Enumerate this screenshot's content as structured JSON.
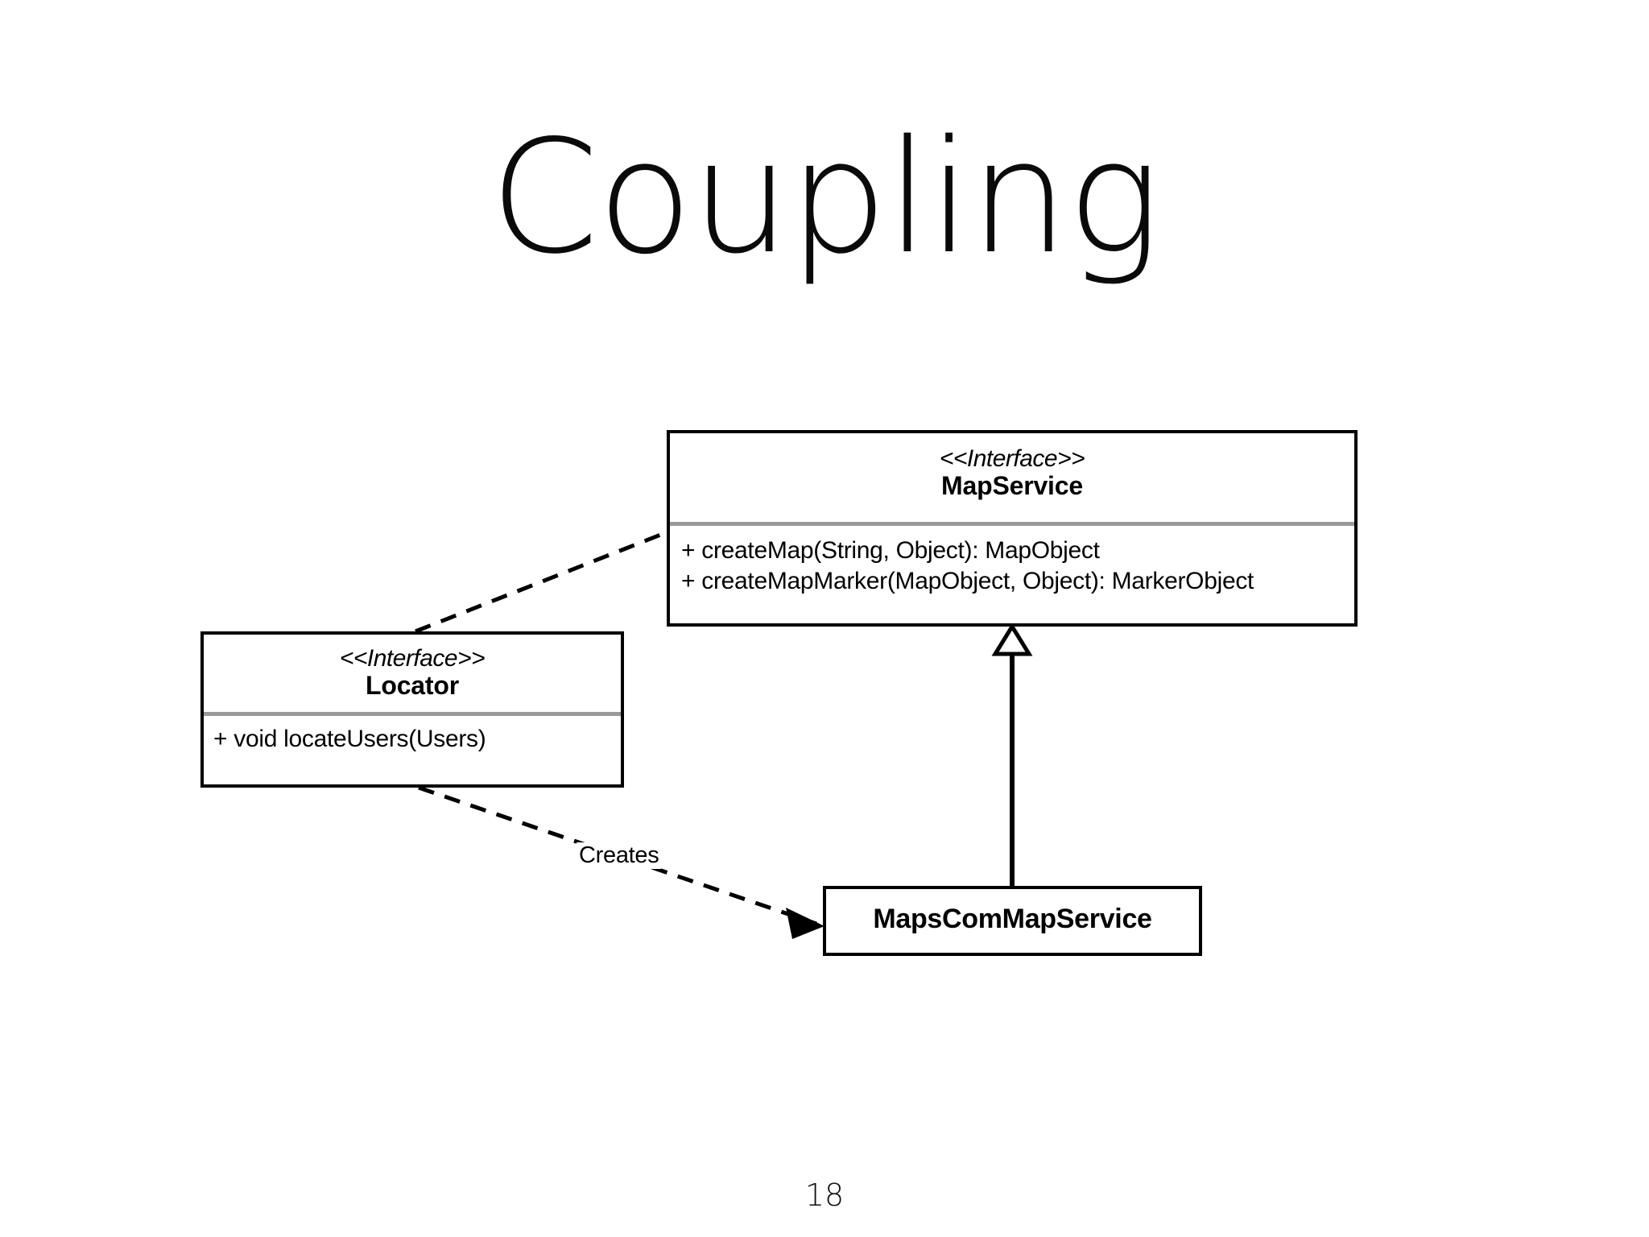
{
  "slide": {
    "title": "Coupling",
    "page_number": "18",
    "background_color": "#ffffff",
    "text_color": "#000000",
    "divider_color": "#9a9a9a"
  },
  "diagram": {
    "type": "uml-class-diagram",
    "classes": [
      {
        "id": "mapservice",
        "stereotype": "<<Interface>>",
        "name": "MapService",
        "members": [
          "+ createMap(String, Object): MapObject",
          "+ createMapMarker(MapObject, Object): MarkerObject"
        ]
      },
      {
        "id": "locator",
        "stereotype": "<<Interface>>",
        "name": "Locator",
        "members": [
          "+ void locateUsers(Users)"
        ]
      },
      {
        "id": "mapscommapservice",
        "stereotype": "",
        "name": "MapsComMapService",
        "members": []
      }
    ],
    "relationships": [
      {
        "id": "locator-uses-mapservice",
        "from": "locator",
        "to": "mapservice",
        "kind": "dependency",
        "line_style": "dashed",
        "arrowhead": "none",
        "label": ""
      },
      {
        "id": "locator-creates-mapscommapservice",
        "from": "locator",
        "to": "mapscommapservice",
        "kind": "dependency",
        "line_style": "dashed",
        "arrowhead": "filled-arrow",
        "label": "Creates"
      },
      {
        "id": "mapscommapservice-realizes-mapservice",
        "from": "mapscommapservice",
        "to": "mapservice",
        "kind": "generalization",
        "line_style": "solid",
        "arrowhead": "hollow-triangle",
        "label": ""
      }
    ]
  }
}
